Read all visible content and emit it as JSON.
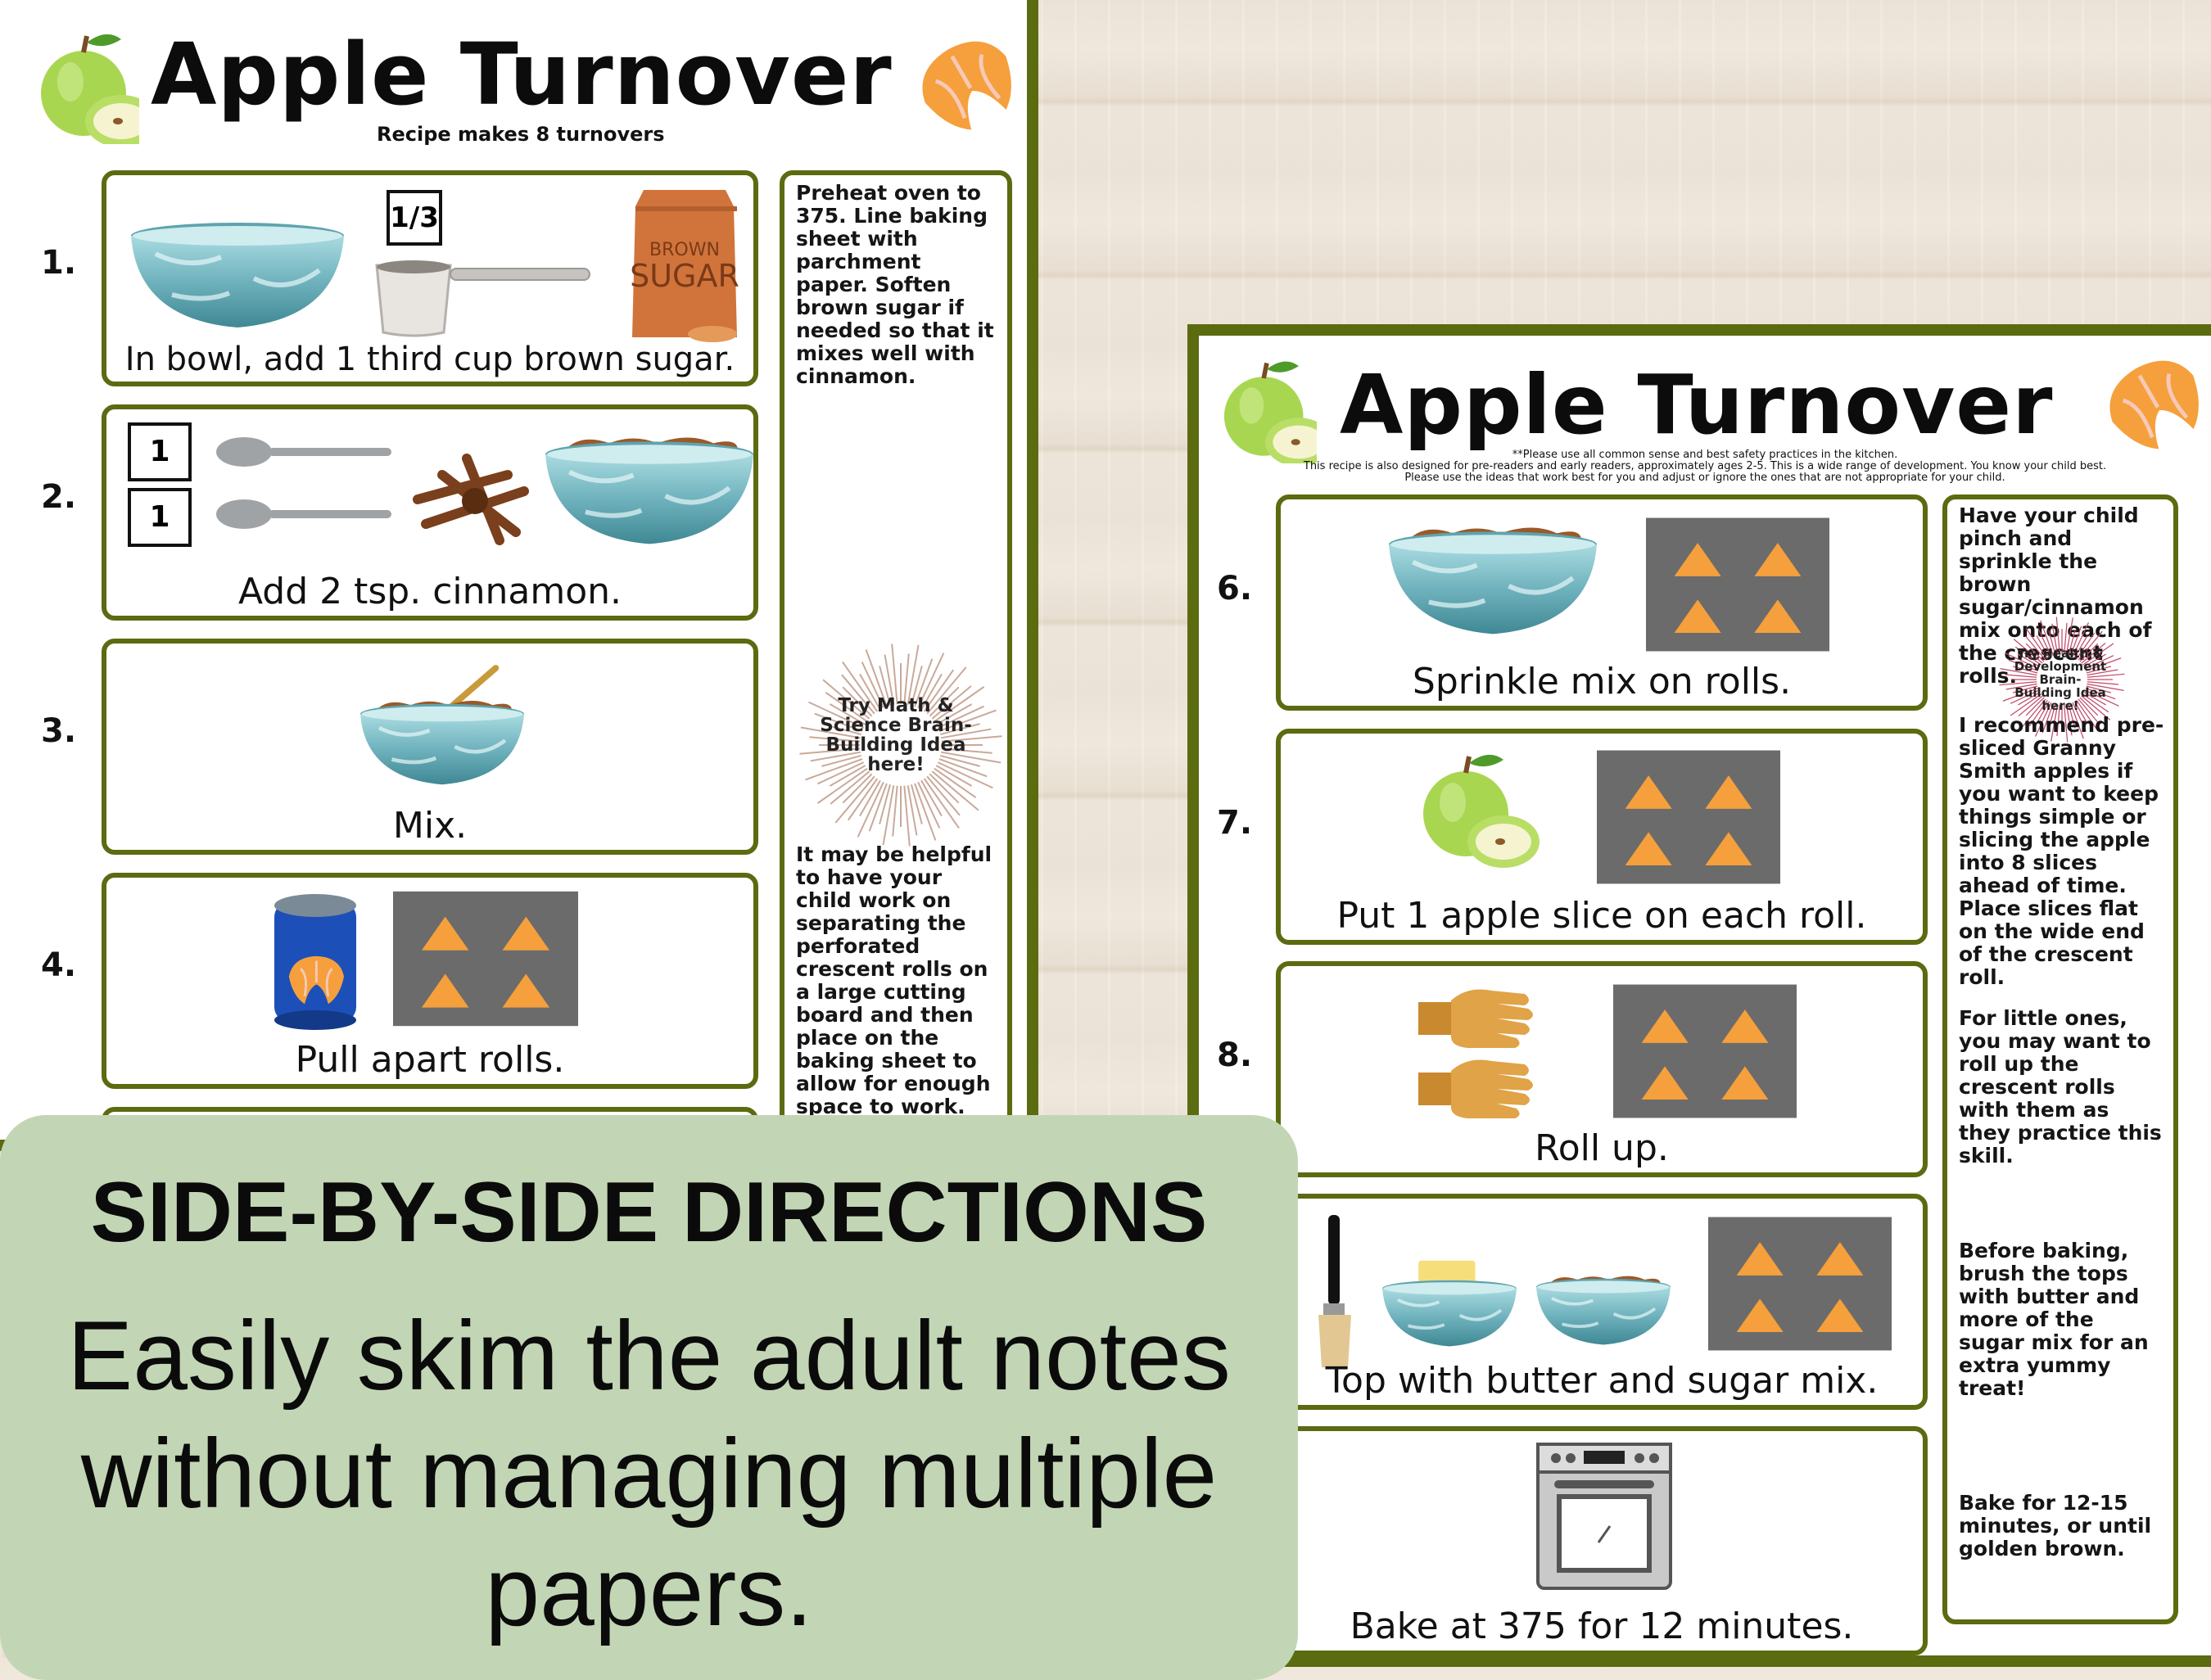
{
  "page_left": {
    "title": "Apple Turnover",
    "subtitle": "Recipe makes 8 turnovers",
    "steps": [
      {
        "number": "1.",
        "caption": "In bowl, add 1 third cup brown sugar.",
        "measure": "1/3",
        "bag_label_1": "BROWN",
        "bag_label_2": "SUGAR"
      },
      {
        "number": "2.",
        "caption": "Add 2 tsp. cinnamon.",
        "count_1": "1",
        "count_2": "1"
      },
      {
        "number": "3.",
        "caption": "Mix."
      },
      {
        "number": "4.",
        "caption": "Pull apart rolls."
      }
    ],
    "notes": [
      "Preheat oven to 375. Line baking sheet with parchment paper. Soften brown sugar if needed so that it mixes well with cinnamon.",
      "It may be helpful to have your child work on separating the perforated crescent rolls on a large cutting board and then place on the baking sheet to allow for enough space to work."
    ],
    "burst": "Try Math & Science Brain-Building Idea here!"
  },
  "page_right": {
    "title": "Apple Turnover",
    "notice_1": "**Please use all common sense and best safety practices in the kitchen.",
    "notice_2": "This recipe is also designed for pre-readers and early readers, approximately ages 2-5. This is a wide range of development. You know your child best.",
    "notice_3": "Please use the ideas that work best for you and adjust or ignore the ones that are not appropriate for your child.",
    "steps": [
      {
        "number": "6.",
        "caption": "Sprinkle mix on rolls."
      },
      {
        "number": "7.",
        "caption": "Put 1 apple slice on each roll."
      },
      {
        "number": "8.",
        "caption": "Roll up."
      },
      {
        "number": "",
        "caption": "Top with butter and sugar mix."
      },
      {
        "number": "",
        "caption": "Bake at 375 for 12 minutes."
      }
    ],
    "notes": [
      "Have your child pinch and sprinkle the brown sugar/cinnamon mix onto each of the crescent rolls.",
      "I recommend pre-sliced Granny Smith apples if you want to keep things simple or slicing the apple into 8 slices ahead of time. Place slices flat on the wide end of the crescent roll.",
      "For little ones, you may want to roll up the crescent rolls with them as they practice this skill.",
      "Before baking, brush the tops with butter and more of the sugar mix for an extra yummy treat!",
      "Bake for 12-15 minutes, or until golden brown."
    ],
    "burst": "Try Health & Development Brain-Building Idea here!"
  },
  "callout": {
    "heading": "SIDE-BY-SIDE DIRECTIONS",
    "body": "Easily skim the adult notes without managing multiple papers."
  },
  "colors": {
    "border_green": "#5b6b10",
    "callout_bg": "#c2d6b5",
    "tray_gray": "#6b6b6b",
    "dough_orange": "#f5a03c",
    "bowl_blue": "#8cc7cf"
  }
}
